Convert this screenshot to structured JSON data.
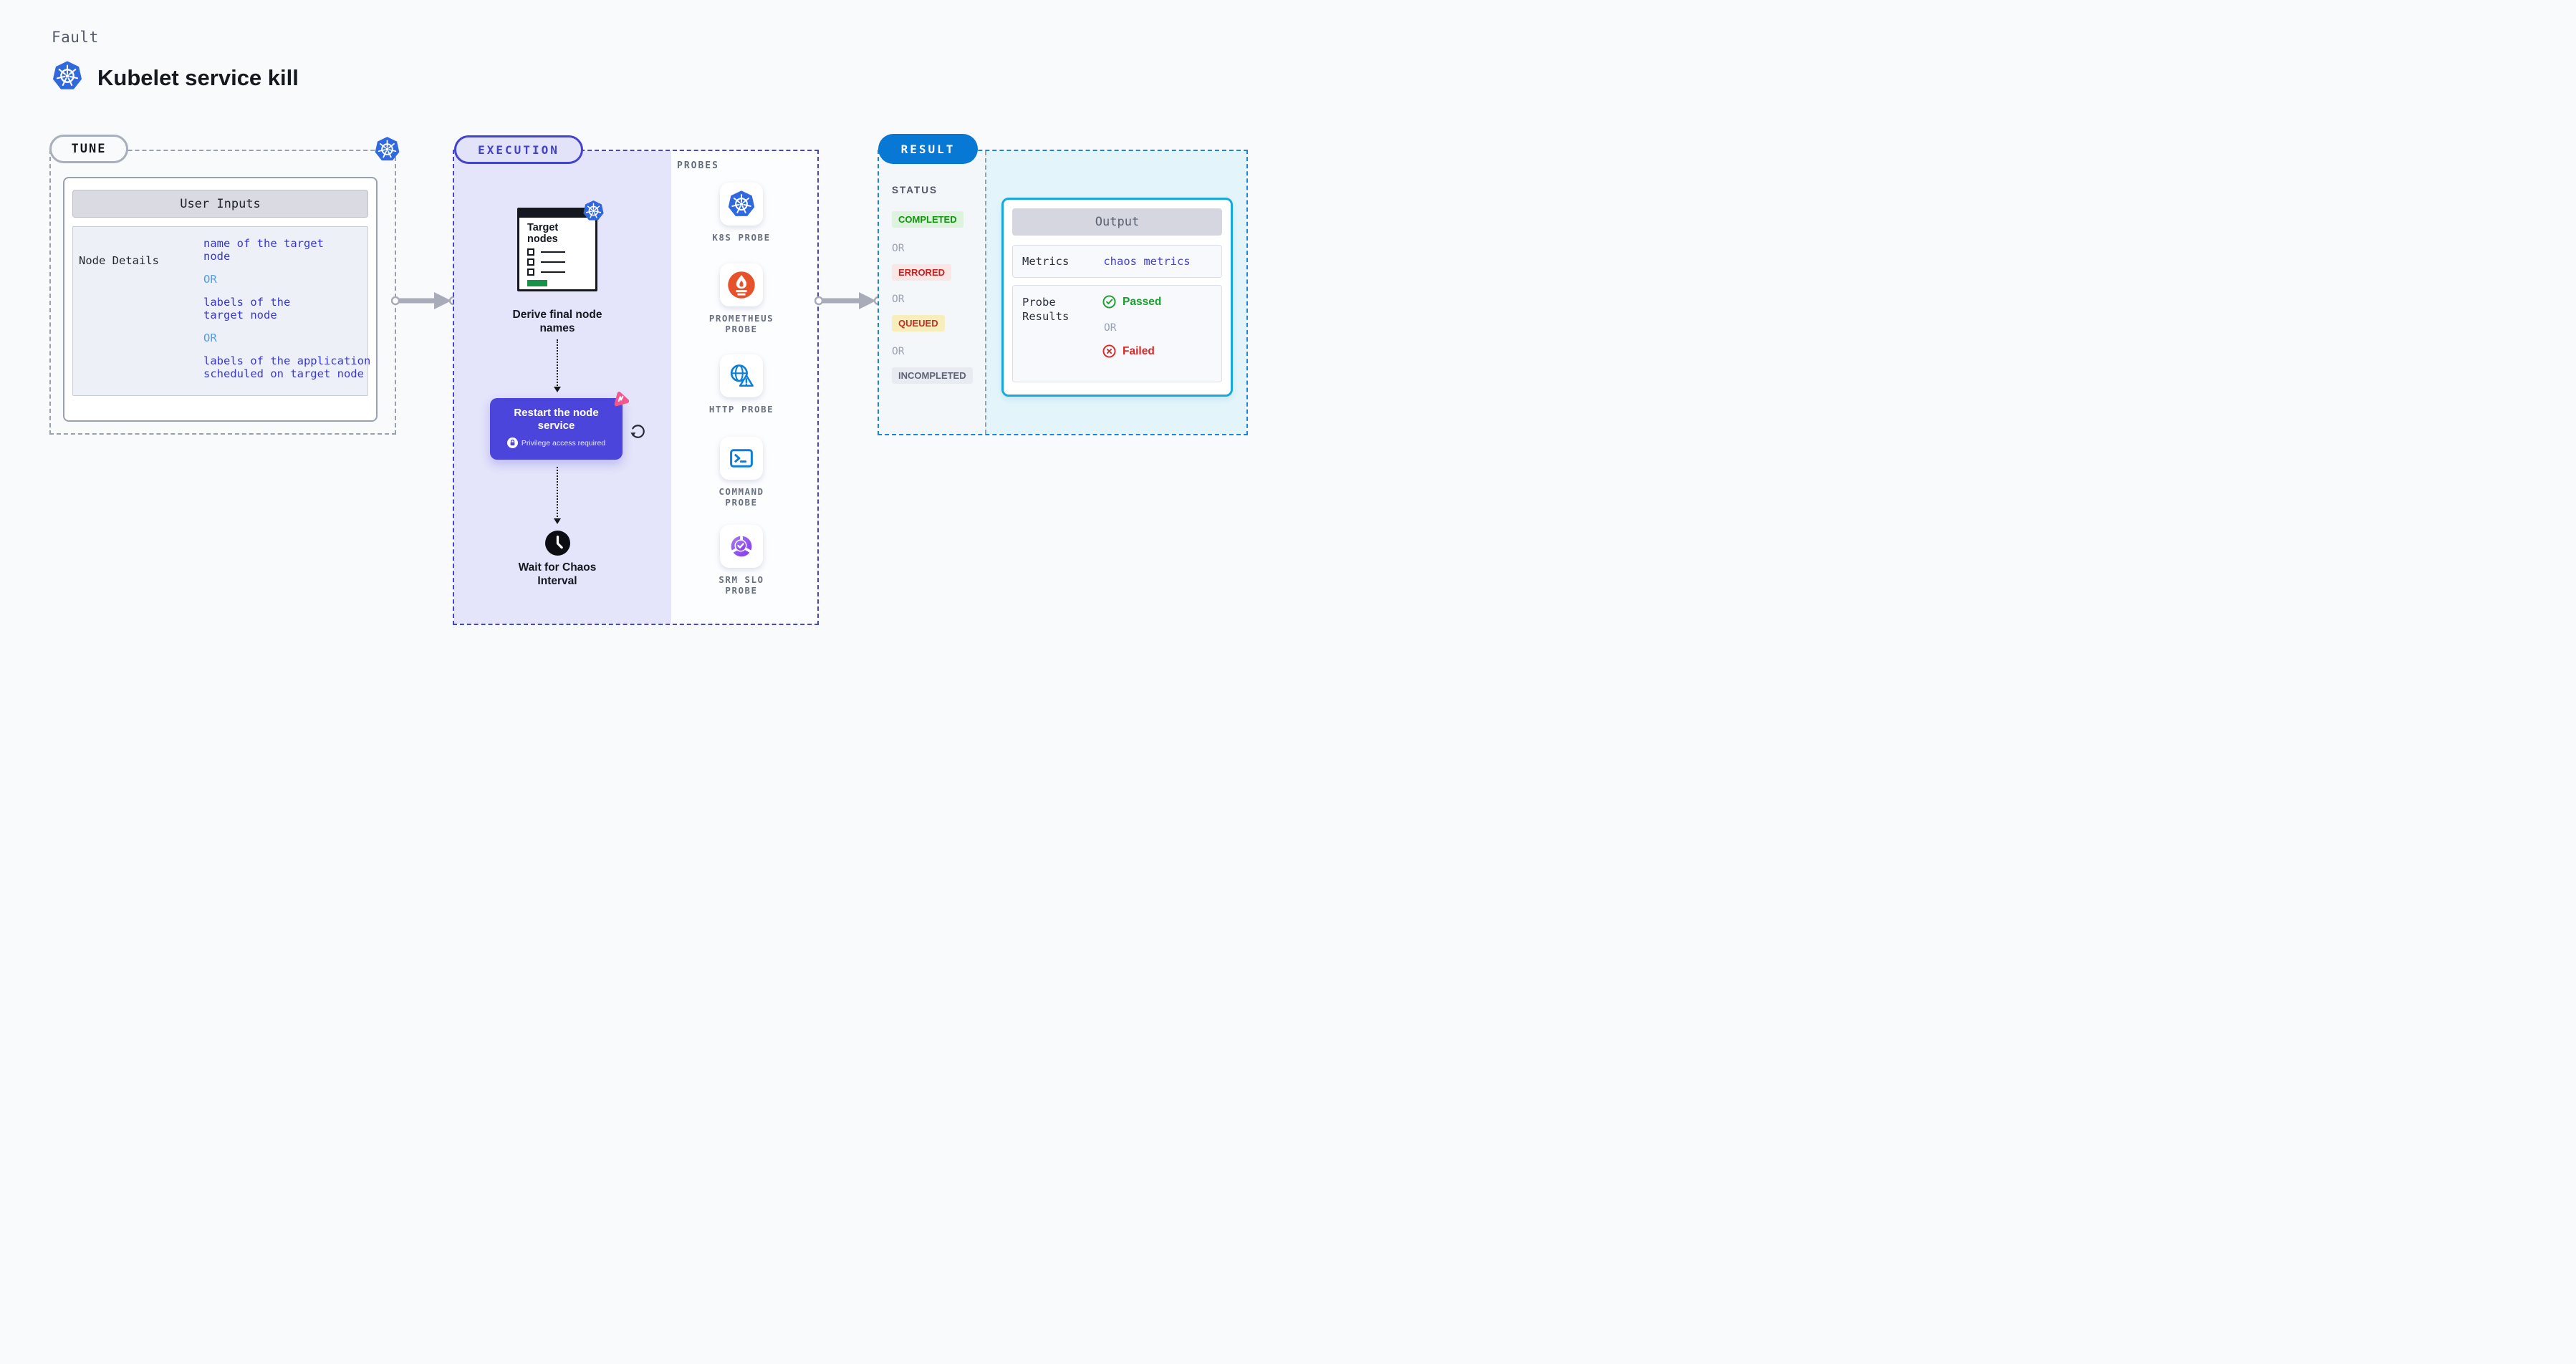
{
  "header": {
    "eyebrow": "Fault",
    "title": "Kubelet service kill"
  },
  "tune": {
    "label": "TUNE",
    "card_header": "User Inputs",
    "row": {
      "label": "Node Details",
      "values": {
        "0": "name of the target node",
        "1": "OR",
        "2": "labels of the target node",
        "3": "OR",
        "4": "labels of the application scheduled on target node"
      }
    }
  },
  "execution": {
    "label": "EXECUTION",
    "target_node_title": "Target nodes",
    "step_derive": "Derive final node names",
    "step_restart": "Restart the node service",
    "restart_badge": "Privilege access required",
    "step_wait": "Wait for Chaos Interval"
  },
  "probes": {
    "label": "PROBES",
    "items": {
      "0": {
        "name": "K8S PROBE",
        "icon": "kubernetes-icon"
      },
      "1": {
        "name": "PROMETHEUS PROBE",
        "icon": "prometheus-icon"
      },
      "2": {
        "name": "HTTP PROBE",
        "icon": "http-globe-warning-icon"
      },
      "3": {
        "name": "COMMAND PROBE",
        "icon": "terminal-icon"
      },
      "4": {
        "name": "SRM SLO PROBE",
        "icon": "slo-donut-check-icon"
      }
    }
  },
  "result": {
    "label": "RESULT",
    "status_heading": "STATUS",
    "statuses": {
      "0": "COMPLETED",
      "1": "OR",
      "2": "ERRORED",
      "3": "OR",
      "4": "QUEUED",
      "5": "OR",
      "6": "INCOMPLETED"
    },
    "output": {
      "header": "Output",
      "metrics_label": "Metrics",
      "metrics_value": "chaos metrics",
      "probe_results_label": "Probe Results",
      "passed": "Passed",
      "or": "OR",
      "failed": "Failed"
    }
  },
  "colors": {
    "page_background": "#f8fafc",
    "tune_dash": "#9aa0ab",
    "execution_accent": "#4545cd",
    "execution_fill": "#e4e4fa",
    "restart_node_fill": "#4b45dc",
    "result_accent": "#0778d3",
    "result_dash": "#1d86d8",
    "result_fill": "#e3f4fb",
    "output_border": "#16a9de",
    "value_blue": "#3737d8",
    "or_blue": "#4f9ef0",
    "completed_green": "#12930f",
    "errored_red": "#c32222",
    "queued_yellow_bg": "#f8eebb",
    "passed_green": "#18a02a",
    "failed_red": "#da2727",
    "kubernetes_blue": "#3069de",
    "prometheus_orange": "#e6522c",
    "probe_blue": "#0d7fd9",
    "srm_purple": "#8338ec",
    "litmus_pink": "#f2588e",
    "target_green": "#169347",
    "arrow_gray": "#a8abb8"
  }
}
